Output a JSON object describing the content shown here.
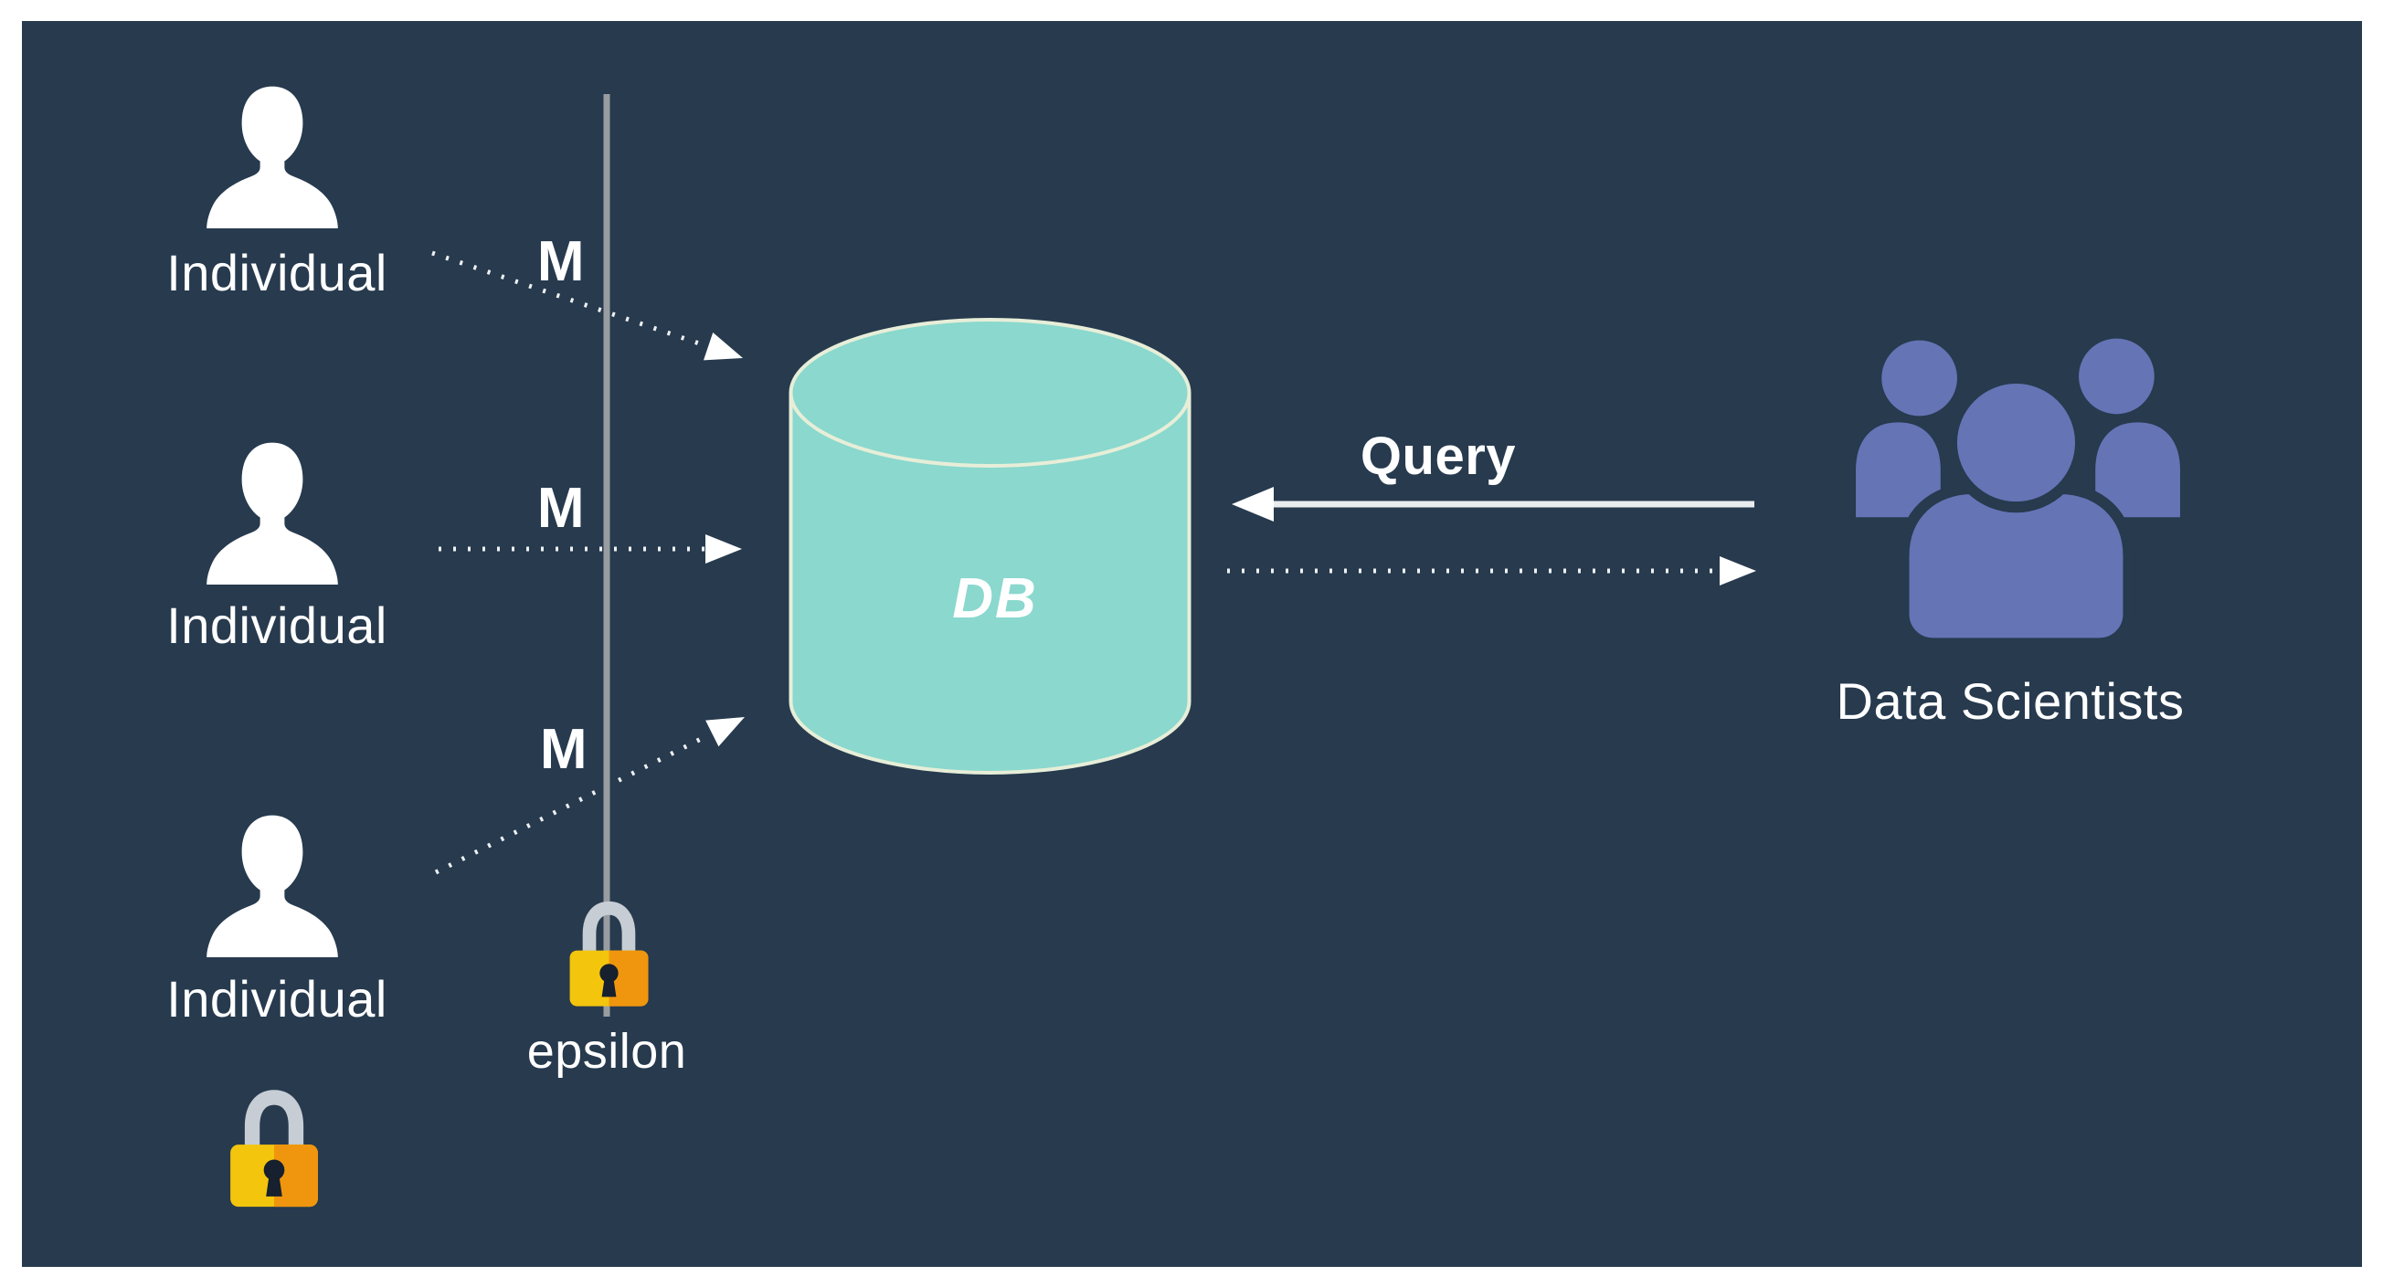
{
  "diagram": {
    "description": "Differential privacy flow diagram: individuals send data through mechanism M past an epsilon privacy barrier into a database, which data scientists query",
    "individuals": [
      {
        "label": "Individual"
      },
      {
        "label": "Individual"
      },
      {
        "label": "Individual"
      }
    ],
    "mechanism_labels": [
      "M",
      "M",
      "M"
    ],
    "privacy_barrier": {
      "lock_label": "epsilon"
    },
    "database": {
      "label": "DB"
    },
    "query": {
      "label": "Query"
    },
    "data_scientists": {
      "label": "Data Scientists"
    },
    "icons": {
      "person": "person-icon",
      "group": "data-scientists-group-icon",
      "padlock_epsilon": "padlock-icon",
      "padlock_bottom": "padlock-icon",
      "database": "database-cylinder-icon"
    },
    "colors": {
      "frame": "#ffffff",
      "background": "#273a4e",
      "person_white": "#ffffff",
      "db_fill": "#8ad8ce",
      "db_stroke": "#e7eed8",
      "scientists_purple": "#6574b5",
      "lock_shackle": "#c6cdd4",
      "lock_yellow": "#f4c50d",
      "lock_orange": "#f0960e",
      "keyhole": "#16202e",
      "barrier_line": "#999da1",
      "arrow_white": "#eef1f4"
    }
  }
}
